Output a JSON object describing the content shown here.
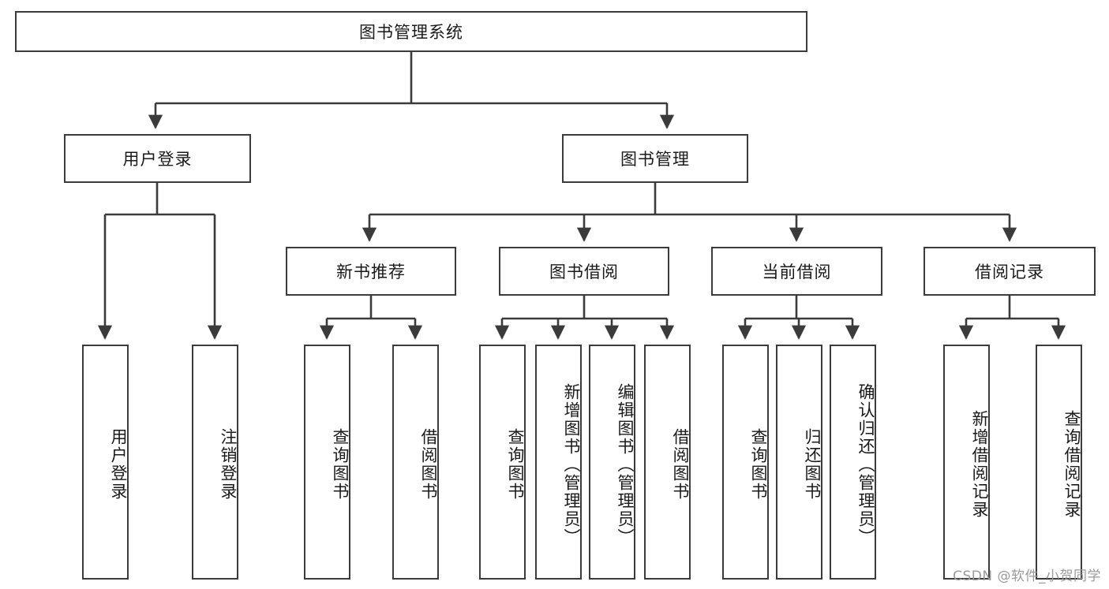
{
  "diagram": {
    "title": "图书管理系统",
    "type": "functional-decomposition-tree",
    "orientation": "top-down",
    "root": {
      "id": "root",
      "label": "图书管理系统"
    },
    "level2": [
      {
        "id": "user-login",
        "label": "用户登录"
      },
      {
        "id": "book-manage",
        "label": "图书管理"
      }
    ],
    "level3": [
      {
        "id": "new-book-rec",
        "label": "新书推荐",
        "parent": "book-manage"
      },
      {
        "id": "book-borrow",
        "label": "图书借阅",
        "parent": "book-manage"
      },
      {
        "id": "current-borrow",
        "label": "当前借阅",
        "parent": "book-manage"
      },
      {
        "id": "borrow-record",
        "label": "借阅记录",
        "parent": "book-manage"
      }
    ],
    "leaves": {
      "user-login": [
        {
          "id": "leaf-user-login",
          "label": "用户登录"
        },
        {
          "id": "leaf-logout",
          "label": "注销登录"
        }
      ],
      "new-book-rec": [
        {
          "id": "leaf-query-book-1",
          "label": "查询图书"
        },
        {
          "id": "leaf-borrow-book-1",
          "label": "借阅图书"
        }
      ],
      "book-borrow": [
        {
          "id": "leaf-query-book-2",
          "label": "查询图书"
        },
        {
          "id": "leaf-add-book",
          "label": "新增图书（管理员）"
        },
        {
          "id": "leaf-edit-book",
          "label": "编辑图书（管理员）"
        },
        {
          "id": "leaf-borrow-book-2",
          "label": "借阅图书"
        }
      ],
      "current-borrow": [
        {
          "id": "leaf-query-book-3",
          "label": "查询图书"
        },
        {
          "id": "leaf-return-book",
          "label": "归还图书"
        },
        {
          "id": "leaf-confirm-return",
          "label": "确认归还（管理员）"
        }
      ],
      "borrow-record": [
        {
          "id": "leaf-add-record",
          "label": "新增借阅记录"
        },
        {
          "id": "leaf-query-record",
          "label": "查询借阅记录"
        }
      ]
    },
    "colors": {
      "stroke": "#3b3b3b",
      "background": "#ffffff",
      "text": "#1a1a1a",
      "watermark": "#9a9a9a"
    },
    "watermark": "CSDN @软件_小贺同学"
  }
}
